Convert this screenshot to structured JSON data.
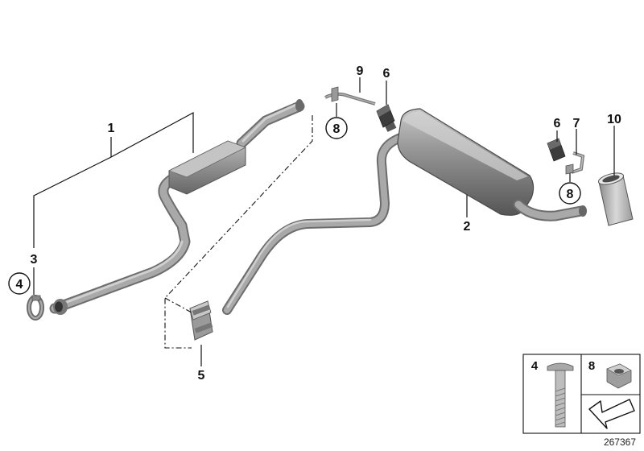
{
  "diagram": {
    "callouts": {
      "c1": "1",
      "c2": "2",
      "c3": "3",
      "c4": "4",
      "c5": "5",
      "c6a": "6",
      "c6b": "6",
      "c7": "7",
      "c8a": "8",
      "c8b": "8",
      "c9": "9",
      "c10": "10"
    },
    "legend": {
      "item4": "4",
      "item8": "8"
    },
    "doc_number": "267367"
  }
}
